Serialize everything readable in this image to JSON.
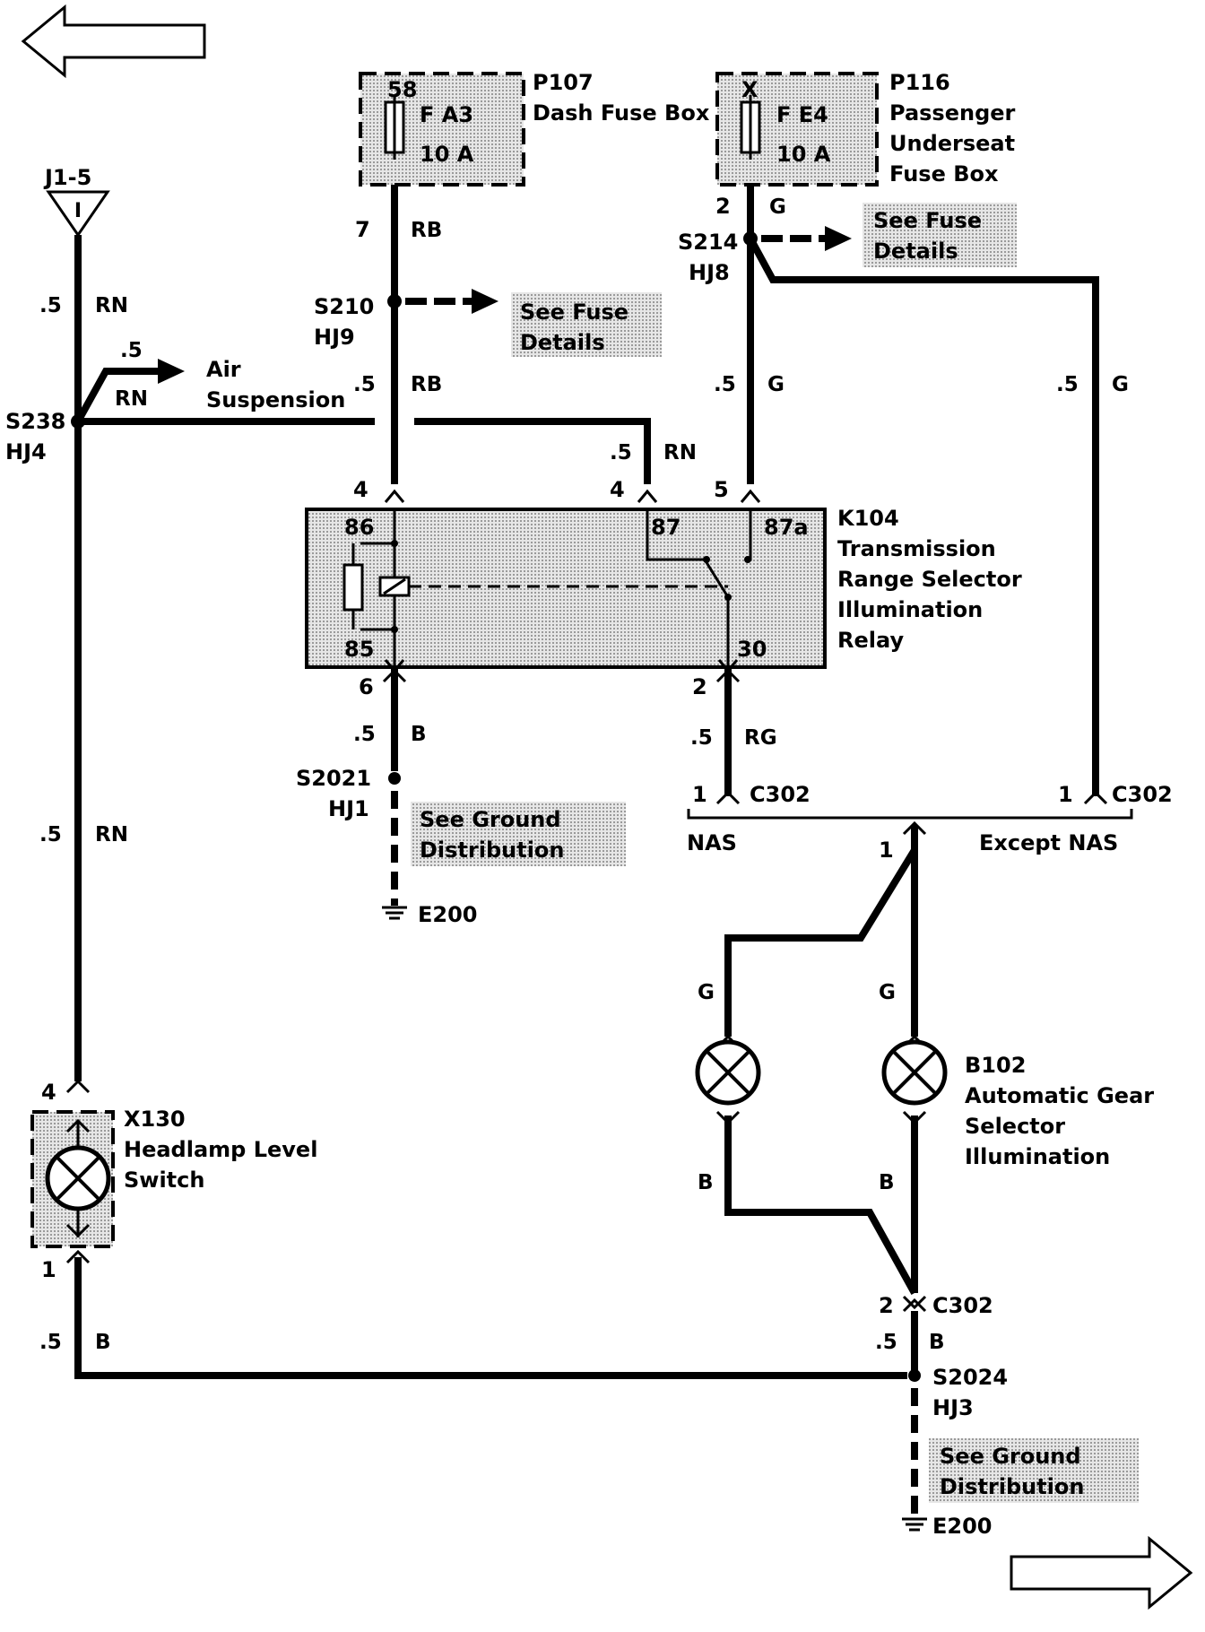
{
  "fuses": {
    "p107": {
      "pin": "58",
      "name": "F A3",
      "rating": "10 A",
      "id": "P107",
      "label": "Dash Fuse Box"
    },
    "p116": {
      "pin": "X",
      "name": "F E4",
      "rating": "10 A",
      "id": "P116",
      "label_lines": [
        "Passenger",
        "Underseat",
        "Fuse Box"
      ]
    }
  },
  "connectors": {
    "j1_5": "J1-5",
    "j1_5_symbol": "I",
    "c302": "C302"
  },
  "splices": {
    "s238": {
      "id": "S238",
      "loc": "HJ4"
    },
    "s210": {
      "id": "S210",
      "loc": "HJ9"
    },
    "s214": {
      "id": "S214",
      "loc": "HJ8"
    },
    "s2021": {
      "id": "S2021",
      "loc": "HJ1"
    },
    "s2024": {
      "id": "S2024",
      "loc": "HJ3"
    }
  },
  "notes": {
    "see_fuse": [
      "See Fuse",
      "Details"
    ],
    "see_ground": [
      "See Ground",
      "Distribution"
    ],
    "air_suspension": [
      "Air",
      "Suspension"
    ],
    "nas": "NAS",
    "except_nas": "Except NAS",
    "ground": "E200"
  },
  "relay": {
    "id": "K104",
    "label_lines": [
      "Transmission",
      "Range Selector",
      "Illumination",
      "Relay"
    ],
    "pins": {
      "p86": "86",
      "p85": "85",
      "p87": "87",
      "p87a": "87a",
      "p30": "30"
    }
  },
  "components": {
    "x130": {
      "id": "X130",
      "label_lines": [
        "Headlamp Level",
        "Switch"
      ]
    },
    "b102": {
      "id": "B102",
      "label_lines": [
        "Automatic Gear",
        "Selector",
        "Illumination"
      ]
    }
  },
  "wires": {
    "size": ".5",
    "rn": "RN",
    "rb": "RB",
    "g": "G",
    "b": "B",
    "rg": "RG"
  },
  "pins": {
    "p1": "1",
    "p2": "2",
    "p4": "4",
    "p5": "5",
    "p6": "6",
    "p7": "7"
  },
  "colors": {
    "shade": "#c8c8c8",
    "ink": "#000000"
  }
}
